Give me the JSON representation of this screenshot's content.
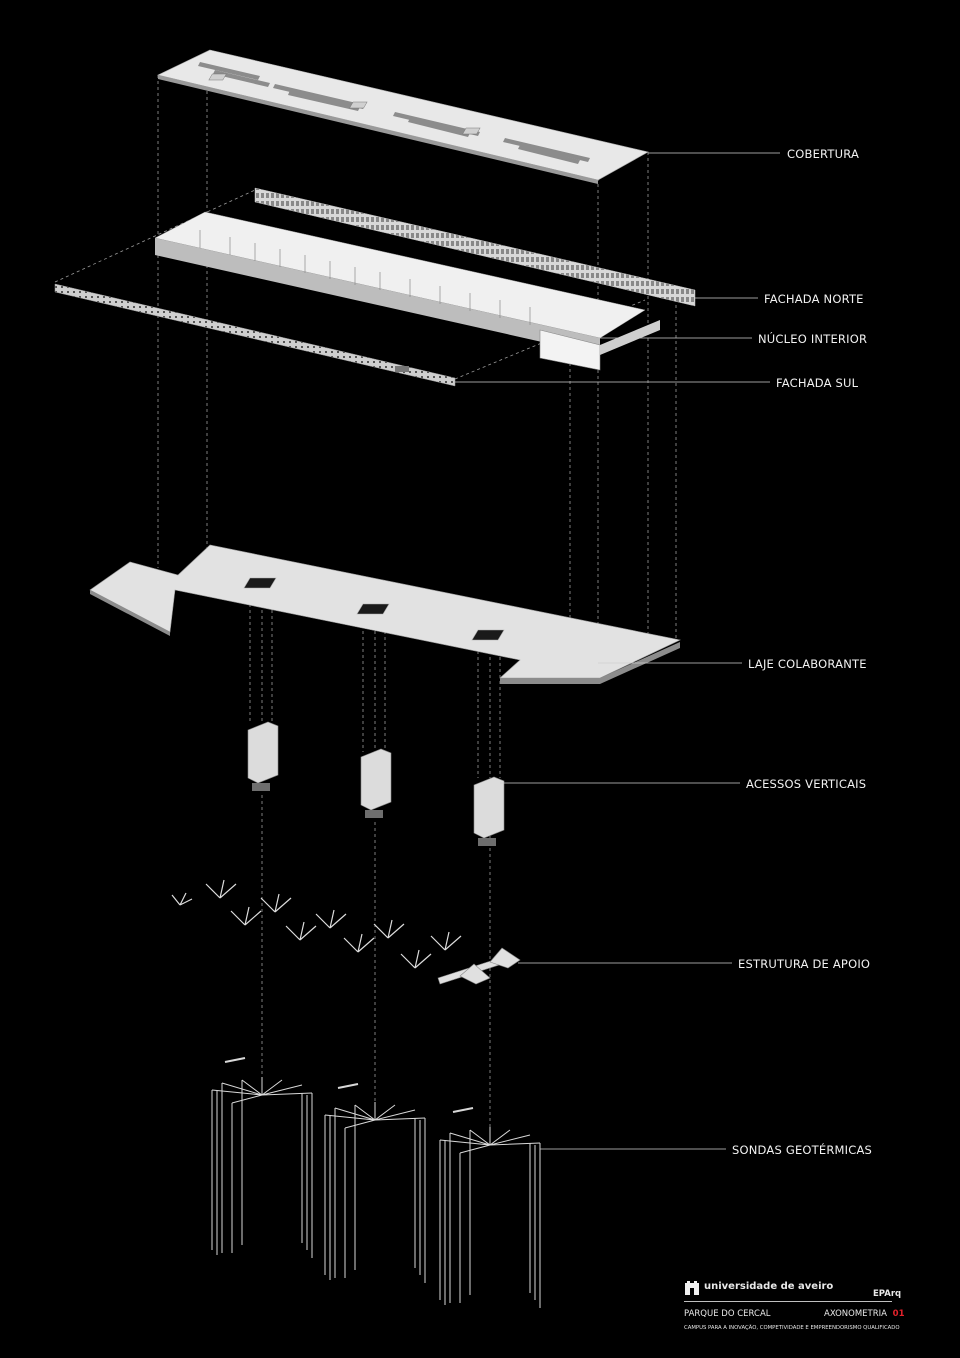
{
  "layers": [
    {
      "id": "cobertura",
      "label": "COBERTURA"
    },
    {
      "id": "fachada-norte",
      "label": "FACHADA NORTE"
    },
    {
      "id": "nucleo-interior",
      "label": "NÚCLEO INTERIOR"
    },
    {
      "id": "fachada-sul",
      "label": "FACHADA SUL"
    },
    {
      "id": "laje",
      "label": "LAJE COLABORANTE"
    },
    {
      "id": "acessos",
      "label": "ACESSOS VERTICAIS"
    },
    {
      "id": "estrutura",
      "label": "ESTRUTURA DE APOIO"
    },
    {
      "id": "sondas",
      "label": "SONDAS GEOTÉRMICAS"
    }
  ],
  "footer": {
    "logo_text": "universidade de aveiro",
    "dept": "EPArq",
    "project": "PARQUE DO CERCAL",
    "sheet_label": "AXONOMETRIA",
    "sheet_number": "01",
    "subtitle": "CAMPUS PARA A INOVAÇÃO, COMPETIVIDADE E EMPREENDORISMO QUALIFICADO"
  },
  "colors": {
    "background": "#000000",
    "model": "#e6e6e6",
    "accent": "#e3222b"
  }
}
